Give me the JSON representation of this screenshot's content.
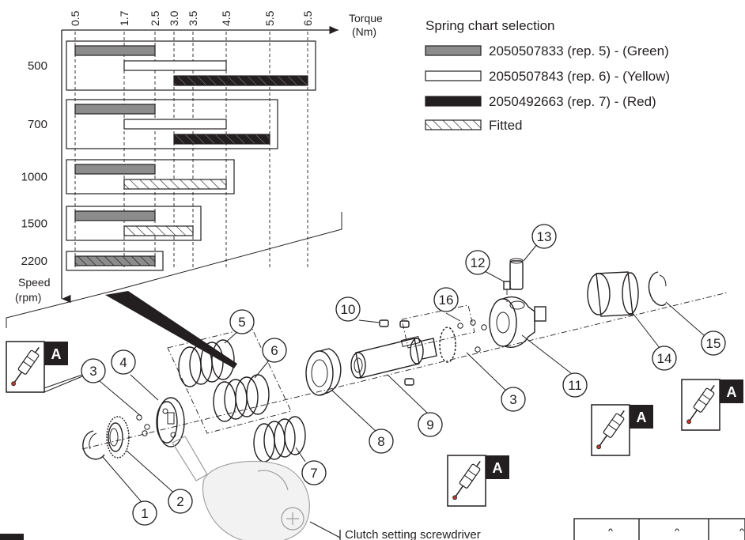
{
  "legend": {
    "title": "Spring chart selection",
    "items": [
      {
        "key": "green",
        "label": "2050507833 (rep. 5) - (Green)",
        "style": "gray"
      },
      {
        "key": "yellow",
        "label": "2050507843 (rep. 6) - (Yellow)",
        "style": "white"
      },
      {
        "key": "red",
        "label": "2050492663 (rep. 7) - (Red)",
        "style": "black"
      },
      {
        "key": "fitted",
        "label": "Fitted",
        "style": "hatched"
      }
    ]
  },
  "chart": {
    "torque_label_1": "Torque",
    "torque_label_2": "(Nm)",
    "speed_label_1": "Speed",
    "speed_label_2": "(rpm)",
    "torque_ticks": [
      "0.5",
      "1.7",
      "2.5",
      "3.0",
      "3.5",
      "4.5",
      "5.5",
      "6.5"
    ],
    "speeds": [
      "500",
      "700",
      "1000",
      "1500",
      "2200"
    ]
  },
  "chart_data": {
    "type": "bar",
    "orientation": "horizontal",
    "title": "Spring chart selection",
    "xlabel": "Torque (Nm)",
    "ylabel": "Speed (rpm)",
    "x_ticks": [
      0.5,
      1.7,
      2.5,
      3.0,
      3.5,
      4.5,
      5.5,
      6.5
    ],
    "categories": [
      "500",
      "700",
      "1000",
      "1500",
      "2200"
    ],
    "groups": [
      {
        "speed": "500",
        "bars": [
          {
            "spring": "green",
            "from": 0.5,
            "to": 2.5
          },
          {
            "spring": "yellow",
            "from": 1.7,
            "to": 4.5
          },
          {
            "spring": "red",
            "from": 3.0,
            "to": 6.5
          }
        ]
      },
      {
        "speed": "700",
        "bars": [
          {
            "spring": "green",
            "from": 0.5,
            "to": 2.5
          },
          {
            "spring": "yellow",
            "from": 1.7,
            "to": 4.5
          },
          {
            "spring": "red",
            "from": 3.0,
            "to": 5.5
          }
        ]
      },
      {
        "speed": "1000",
        "bars": [
          {
            "spring": "green",
            "from": 0.5,
            "to": 2.5
          },
          {
            "spring": "yellow",
            "from": 1.7,
            "to": 4.5,
            "fitted": true
          }
        ]
      },
      {
        "speed": "1500",
        "bars": [
          {
            "spring": "green",
            "from": 0.5,
            "to": 2.5
          },
          {
            "spring": "yellow",
            "from": 1.7,
            "to": 3.5,
            "fitted": true
          }
        ]
      },
      {
        "speed": "2200",
        "bars": [
          {
            "spring": "green",
            "from": 0.5,
            "to": 2.5,
            "fitted": true
          }
        ]
      }
    ]
  },
  "callouts": [
    "1",
    "2",
    "3",
    "3",
    "4",
    "5",
    "6",
    "7",
    "8",
    "9",
    "10",
    "11",
    "12",
    "13",
    "14",
    "15",
    "16"
  ],
  "badges": {
    "letter": "A"
  },
  "screwdriver_label": "Clutch setting screwdriver"
}
